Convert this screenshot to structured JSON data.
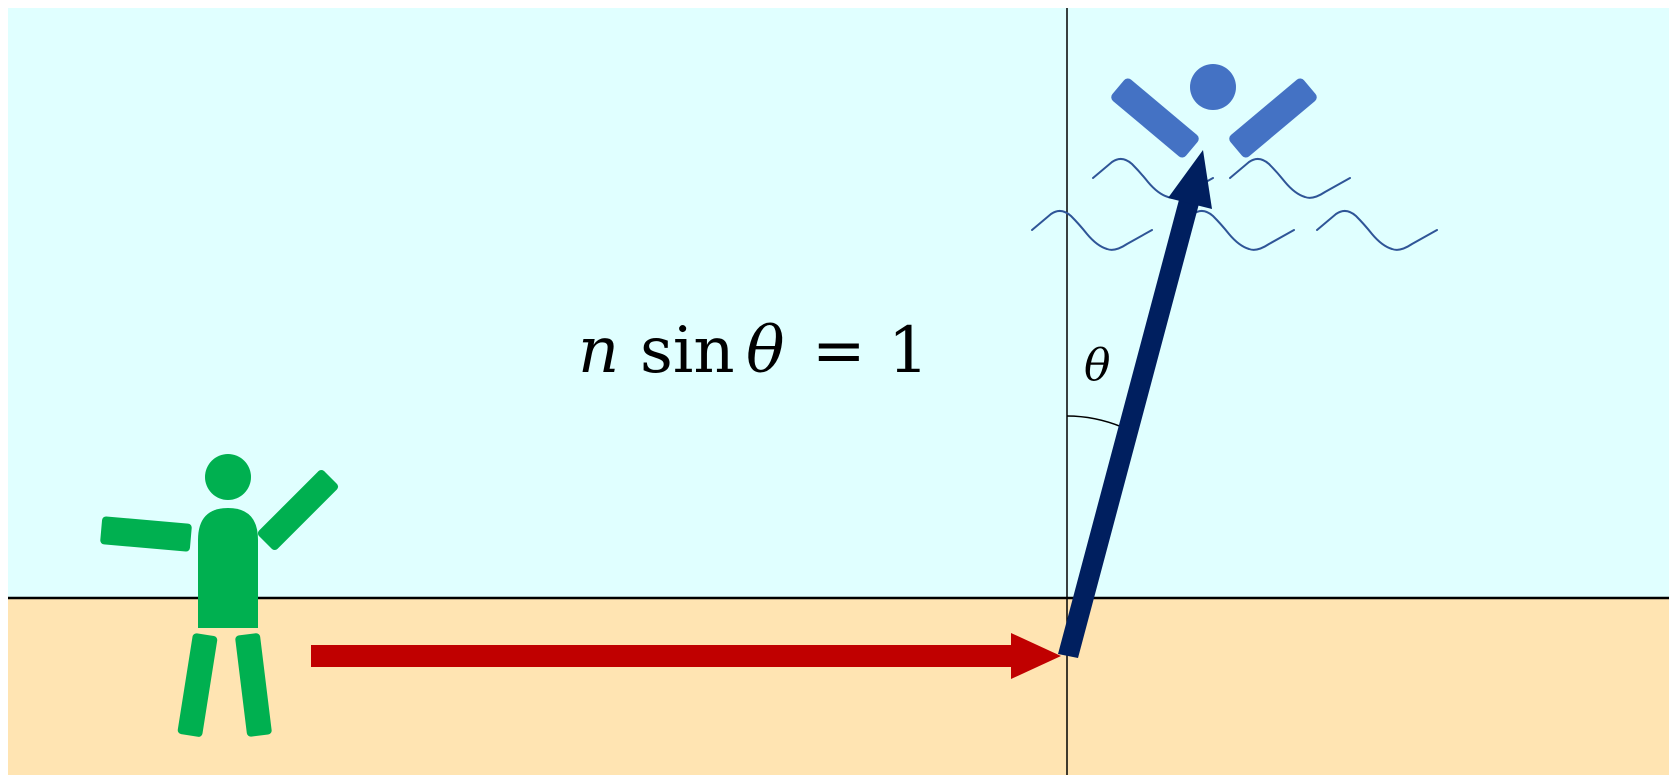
{
  "equation": {
    "n": "n",
    "sin": "sin",
    "theta": "θ",
    "equals": "=",
    "one": "1"
  },
  "angle_label": "θ",
  "figures": {
    "person_on_land": "standing-person",
    "swimmer": "swimmer"
  },
  "colors": {
    "water": "#e0ffff",
    "sand": "#ffe4b2",
    "land_person": "#00b050",
    "swimmer": "#4472c4",
    "path_on_land": "#c00000",
    "path_in_water": "#001f5f",
    "waves": "#2f5597"
  }
}
